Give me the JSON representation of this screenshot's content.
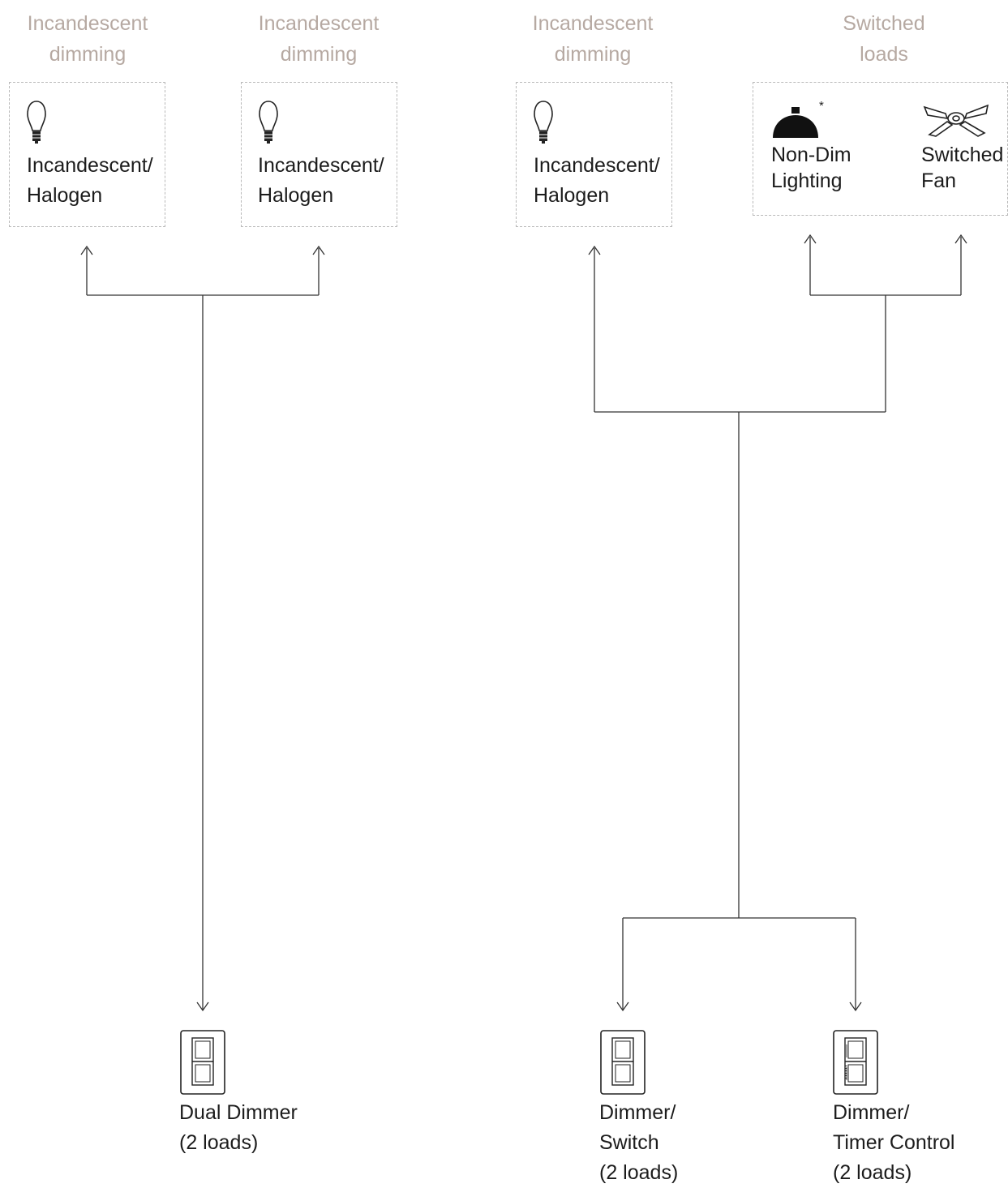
{
  "groups": [
    {
      "heading": "Incandescent\ndimming",
      "loads": [
        {
          "icon": "incandescent-bulb-icon",
          "label": "Incandescent/\nHalogen"
        }
      ]
    },
    {
      "heading": "Incandescent\ndimming",
      "loads": [
        {
          "icon": "incandescent-bulb-icon",
          "label": "Incandescent/\nHalogen"
        }
      ]
    },
    {
      "heading": "Incandescent\ndimming",
      "loads": [
        {
          "icon": "incandescent-bulb-icon",
          "label": "Incandescent/\nHalogen"
        }
      ]
    },
    {
      "heading": "Switched\nloads",
      "loads": [
        {
          "icon": "non-dim-fixture-icon",
          "label": "Non-Dim\nLighting",
          "note": "*"
        },
        {
          "icon": "ceiling-fan-icon",
          "label": "Switched\nFan"
        }
      ]
    }
  ],
  "controls": [
    {
      "icon": "dual-dimmer-icon",
      "label": "Dual Dimmer\n(2 loads)"
    },
    {
      "icon": "dimmer-switch-icon",
      "label": "Dimmer/\nSwitch\n(2 loads)"
    },
    {
      "icon": "dimmer-timer-icon",
      "label": "Dimmer/\nTimer Control\n(2 loads)"
    }
  ],
  "colors": {
    "heading": "#b6a9a2",
    "line": "#333333",
    "dashed_border": "#b9b9b9"
  }
}
